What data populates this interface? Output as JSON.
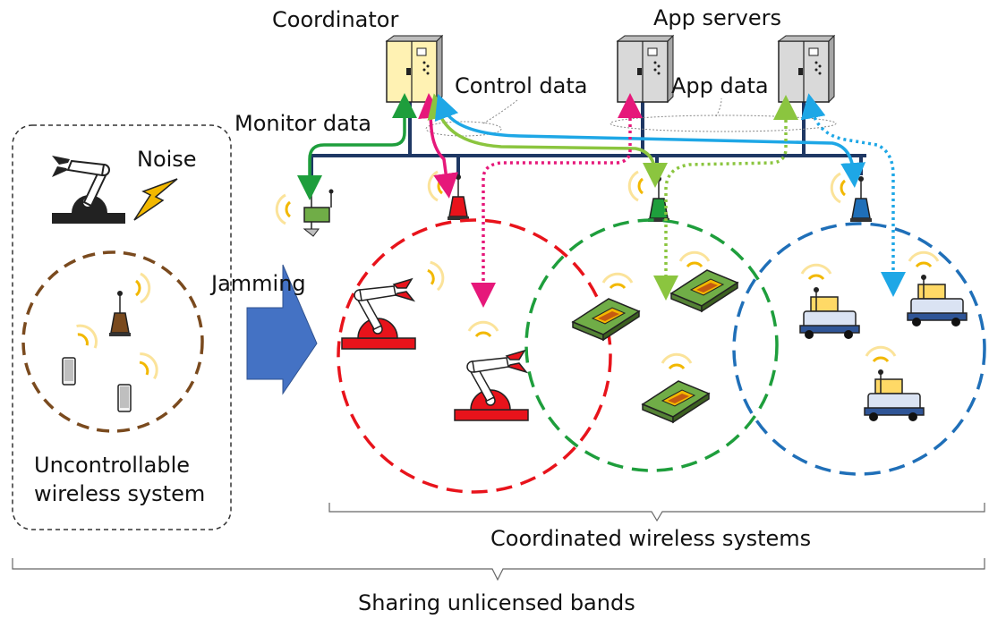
{
  "labels": {
    "coordinator": "Coordinator",
    "app_servers": "App servers",
    "control_data": "Control data",
    "app_data": "App data",
    "monitor_data": "Monitor data",
    "noise": "Noise",
    "jamming": "Jamming",
    "uncontrollable_line1": "Uncontrollable",
    "uncontrollable_line2": "wireless system",
    "coordinated": "Coordinated wireless systems",
    "sharing": "Sharing unlicensed bands"
  },
  "colors": {
    "backbone": "#1f3864",
    "red": "#e8131b",
    "green": "#1e9e3c",
    "blue": "#1f6fb8",
    "brown": "#7a4a1e",
    "magenta": "#e6187a",
    "light_green": "#8bc53f",
    "cyan": "#1ea7e6",
    "wave": "#f2b800",
    "jam_arrow": "#4472c4",
    "coordinator_fill": "#fff2b3",
    "server_fill": "#d9d9d9"
  }
}
